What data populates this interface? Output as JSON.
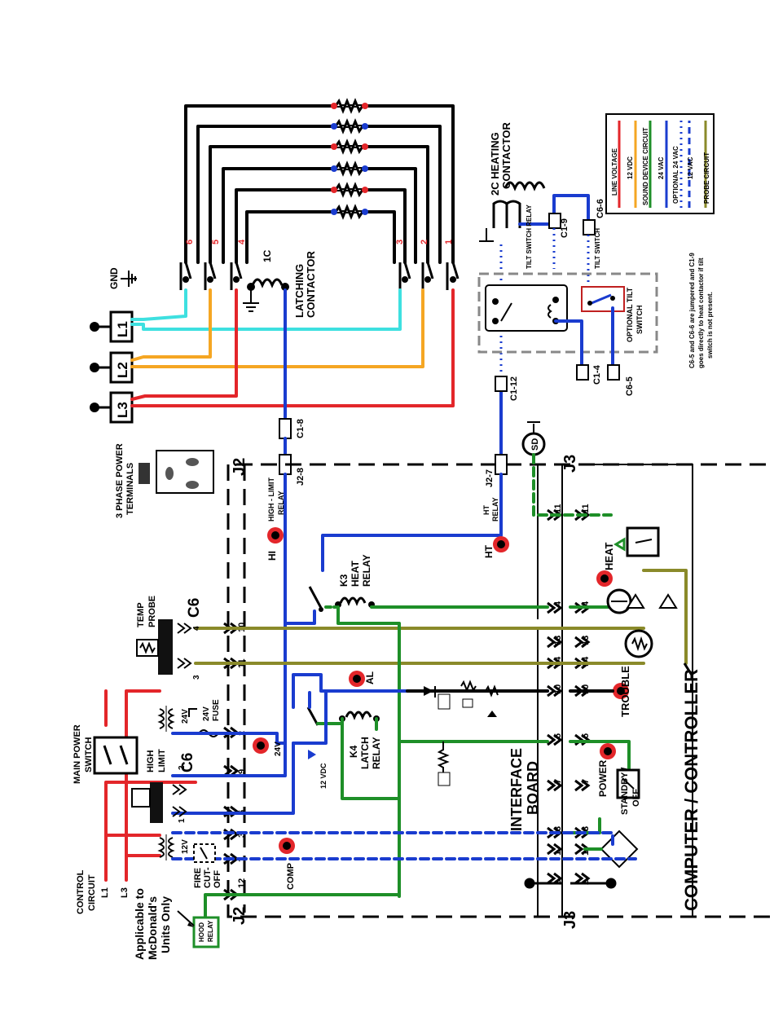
{
  "colors": {
    "line_voltage": "#e3262a",
    "v12dc": "#f5a623",
    "sound_device": "#1e8f28",
    "v24vac": "#1a3ccf",
    "optional_24vac": "#1a3ccf",
    "probe": "#8a8a2a",
    "cyan": "#3ee0e0",
    "black": "#000000"
  },
  "legend": {
    "items": [
      {
        "label": "LINE VOLTAGE",
        "style": "solid",
        "color": "#e3262a"
      },
      {
        "label": "12 VDC",
        "style": "solid",
        "color": "#f5a623"
      },
      {
        "label": "SOUND DEVICE CIRCUIT",
        "style": "solid",
        "color": "#1e8f28"
      },
      {
        "label": "24 VAC",
        "style": "solid",
        "color": "#1a3ccf"
      },
      {
        "label": "OPTIONAL 24 VAC",
        "style": "dotted",
        "color": "#1a3ccf"
      },
      {
        "label": "12 VAC",
        "style": "dashed",
        "color": "#1a3ccf"
      },
      {
        "label": "PROBE CIRCUIT",
        "style": "solid",
        "color": "#8a8a2a"
      }
    ]
  },
  "note": {
    "line1": "C6-5 and C6-6 are jumpered  and C1-9",
    "line2": "goes directly to heat contactor if tilt",
    "line3": "switch is not present."
  },
  "labels": {
    "heating_contactor_1": "2C HEATING",
    "heating_contactor_2": "CONTACTOR",
    "latching_contactor_1": "LATCHING",
    "latching_contactor_2": "CONTACTOR",
    "contactor_1c": "1C",
    "gnd": "GND",
    "l1": "L1",
    "l2": "L2",
    "l3": "L3",
    "three_phase_1": "3 PHASE POWER",
    "three_phase_2": "TERMINALS",
    "tilt_switch_relay": "TILT SWITCH RELAY",
    "tilt_switch": "TILT SWITCH",
    "optional_tilt_1": "OPTIONAL TILT",
    "optional_tilt_2": "SWITCH",
    "c1_9": "C1-9",
    "c6_6": "C6-6",
    "c1_4": "C1-4",
    "c6_5": "C6-5",
    "c1_12": "C1-12",
    "c1_8": "C1-8",
    "j2_8": "J2-8",
    "j2_7": "J2-7",
    "j2_top": "J2",
    "j2_bottom": "J2",
    "j3_top": "J3",
    "j3_bottom": "J3",
    "sd": "SD",
    "high_limit_relay_1": "HIGH - LIMIT",
    "high_limit_relay_2": "RELAY",
    "hi": "HI",
    "ht_relay_1": "HT",
    "ht_relay_2": "RELAY",
    "ht": "HT",
    "k3_1": "K3",
    "k3_2": "HEAT",
    "k3_3": "RELAY",
    "k4_1": "K4",
    "k4_2": "LATCH",
    "k4_3": "RELAY",
    "temp_probe_1": "TEMP",
    "temp_probe_2": "PROBE",
    "c6_top": "C6",
    "c6_bottom": "C6",
    "al": "AL",
    "fuse_1": "24V",
    "fuse_2": "FUSE",
    "v24": "24V",
    "v24_b": "24V",
    "v12": "12V",
    "vdc12": "12 VDC",
    "main_power_1": "MAIN POWER",
    "main_power_2": "SWITCH",
    "high_limit_1": "HIGH",
    "high_limit_2": "LIMIT",
    "comp": "COMP",
    "fire_1": "FIRE",
    "fire_2": "CUT-",
    "fire_3": "OFF",
    "control_circuit_1": "CONTROL",
    "control_circuit_2": "CIRCUIT",
    "l1_small": "L1",
    "l3_small": "L3",
    "mcd_1": "Applicable to",
    "mcd_2": "McDonald's",
    "mcd_3": "Units Only",
    "hood_1": "HOOD",
    "hood_2": "RELAY",
    "interface_1": "INTERFACE",
    "interface_2": "BOARD",
    "computer": "COMPUTER / CONTROLLER",
    "heat": "HEAT",
    "trouble": "TROUBLE",
    "power": "POWER",
    "standby_1": "STANDBY /",
    "standby_2": "OFF"
  },
  "pin_labels": {
    "j2_pins": [
      "12",
      "1",
      "3",
      "6",
      "9",
      "2",
      "11",
      "10"
    ],
    "j3_pins_left": [
      "2",
      "1",
      "3",
      "7",
      "5",
      "10",
      "14",
      "13",
      "4",
      "11"
    ],
    "j3_pins_right": [
      "2",
      "1",
      "3",
      "7",
      "5",
      "10",
      "14",
      "13",
      "4",
      "11"
    ],
    "phase_left": [
      "6",
      "5",
      "4"
    ],
    "phase_right": [
      "3",
      "2",
      "1"
    ],
    "c6_pins": [
      "1",
      "2",
      "3",
      "4"
    ]
  }
}
